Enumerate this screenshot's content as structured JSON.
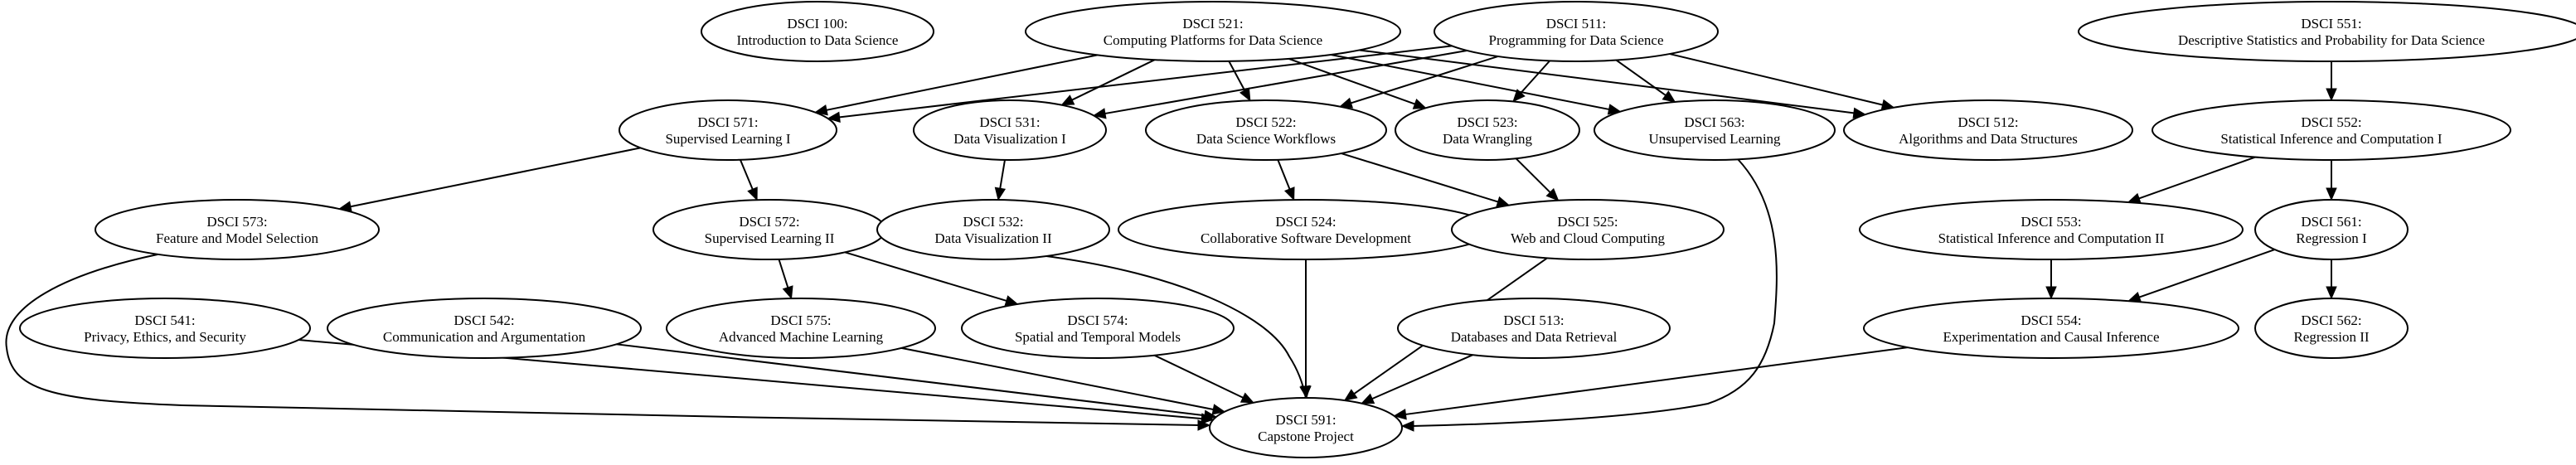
{
  "nodes": [
    {
      "id": "DSCI_100",
      "code": "DSCI 100:",
      "title": "Introduction to Data Science"
    },
    {
      "id": "DSCI_521",
      "code": "DSCI 521:",
      "title": "Computing Platforms for Data Science"
    },
    {
      "id": "DSCI_511",
      "code": "DSCI 511:",
      "title": "Programming for Data Science"
    },
    {
      "id": "DSCI_551",
      "code": "DSCI 551:",
      "title": "Descriptive Statistics and Probability for Data Science"
    },
    {
      "id": "DSCI_571",
      "code": "DSCI 571:",
      "title": "Supervised Learning I"
    },
    {
      "id": "DSCI_531",
      "code": "DSCI 531:",
      "title": "Data Visualization I"
    },
    {
      "id": "DSCI_522",
      "code": "DSCI 522:",
      "title": "Data Science Workflows"
    },
    {
      "id": "DSCI_523",
      "code": "DSCI 523:",
      "title": "Data Wrangling"
    },
    {
      "id": "DSCI_563",
      "code": "DSCI 563:",
      "title": "Unsupervised Learning"
    },
    {
      "id": "DSCI_512",
      "code": "DSCI 512:",
      "title": "Algorithms and Data Structures"
    },
    {
      "id": "DSCI_552",
      "code": "DSCI 552:",
      "title": "Statistical Inference and Computation I"
    },
    {
      "id": "DSCI_573",
      "code": "DSCI 573:",
      "title": "Feature and Model Selection"
    },
    {
      "id": "DSCI_572",
      "code": "DSCI 572:",
      "title": "Supervised Learning II"
    },
    {
      "id": "DSCI_532",
      "code": "DSCI 532:",
      "title": "Data Visualization II"
    },
    {
      "id": "DSCI_524",
      "code": "DSCI 524:",
      "title": "Collaborative Software Development"
    },
    {
      "id": "DSCI_525",
      "code": "DSCI 525:",
      "title": "Web and Cloud Computing"
    },
    {
      "id": "DSCI_553",
      "code": "DSCI 553:",
      "title": "Statistical Inference and Computation II"
    },
    {
      "id": "DSCI_561",
      "code": "DSCI 561:",
      "title": "Regression I"
    },
    {
      "id": "DSCI_541",
      "code": "DSCI 541:",
      "title": "Privacy, Ethics, and Security"
    },
    {
      "id": "DSCI_542",
      "code": "DSCI 542:",
      "title": "Communication and Argumentation"
    },
    {
      "id": "DSCI_575",
      "code": "DSCI 575:",
      "title": "Advanced Machine Learning"
    },
    {
      "id": "DSCI_574",
      "code": "DSCI 574:",
      "title": "Spatial and Temporal Models"
    },
    {
      "id": "DSCI_513",
      "code": "DSCI 513:",
      "title": "Databases and Data Retrieval"
    },
    {
      "id": "DSCI_554",
      "code": "DSCI 554:",
      "title": "Experimentation and Causal Inference"
    },
    {
      "id": "DSCI_562",
      "code": "DSCI 562:",
      "title": "Regression II"
    },
    {
      "id": "DSCI_591",
      "code": "DSCI 591:",
      "title": "Capstone Project"
    }
  ],
  "edges": [
    {
      "from": "DSCI_521",
      "to": "DSCI_571"
    },
    {
      "from": "DSCI_521",
      "to": "DSCI_531"
    },
    {
      "from": "DSCI_521",
      "to": "DSCI_522"
    },
    {
      "from": "DSCI_521",
      "to": "DSCI_523"
    },
    {
      "from": "DSCI_521",
      "to": "DSCI_563"
    },
    {
      "from": "DSCI_521",
      "to": "DSCI_512"
    },
    {
      "from": "DSCI_511",
      "to": "DSCI_571"
    },
    {
      "from": "DSCI_511",
      "to": "DSCI_531"
    },
    {
      "from": "DSCI_511",
      "to": "DSCI_522"
    },
    {
      "from": "DSCI_511",
      "to": "DSCI_523"
    },
    {
      "from": "DSCI_511",
      "to": "DSCI_563"
    },
    {
      "from": "DSCI_511",
      "to": "DSCI_512"
    },
    {
      "from": "DSCI_551",
      "to": "DSCI_552"
    },
    {
      "from": "DSCI_571",
      "to": "DSCI_573"
    },
    {
      "from": "DSCI_571",
      "to": "DSCI_572"
    },
    {
      "from": "DSCI_531",
      "to": "DSCI_532"
    },
    {
      "from": "DSCI_522",
      "to": "DSCI_524"
    },
    {
      "from": "DSCI_522",
      "to": "DSCI_525"
    },
    {
      "from": "DSCI_523",
      "to": "DSCI_525"
    },
    {
      "from": "DSCI_552",
      "to": "DSCI_553"
    },
    {
      "from": "DSCI_552",
      "to": "DSCI_561"
    },
    {
      "from": "DSCI_572",
      "to": "DSCI_575"
    },
    {
      "from": "DSCI_572",
      "to": "DSCI_574"
    },
    {
      "from": "DSCI_553",
      "to": "DSCI_554"
    },
    {
      "from": "DSCI_561",
      "to": "DSCI_554"
    },
    {
      "from": "DSCI_561",
      "to": "DSCI_562"
    },
    {
      "from": "DSCI_573",
      "to": "DSCI_591"
    },
    {
      "from": "DSCI_541",
      "to": "DSCI_591"
    },
    {
      "from": "DSCI_542",
      "to": "DSCI_591"
    },
    {
      "from": "DSCI_575",
      "to": "DSCI_591"
    },
    {
      "from": "DSCI_574",
      "to": "DSCI_591"
    },
    {
      "from": "DSCI_532",
      "to": "DSCI_591"
    },
    {
      "from": "DSCI_524",
      "to": "DSCI_591"
    },
    {
      "from": "DSCI_525",
      "to": "DSCI_591"
    },
    {
      "from": "DSCI_513",
      "to": "DSCI_591"
    },
    {
      "from": "DSCI_563",
      "to": "DSCI_591"
    },
    {
      "from": "DSCI_554",
      "to": "DSCI_591"
    }
  ]
}
